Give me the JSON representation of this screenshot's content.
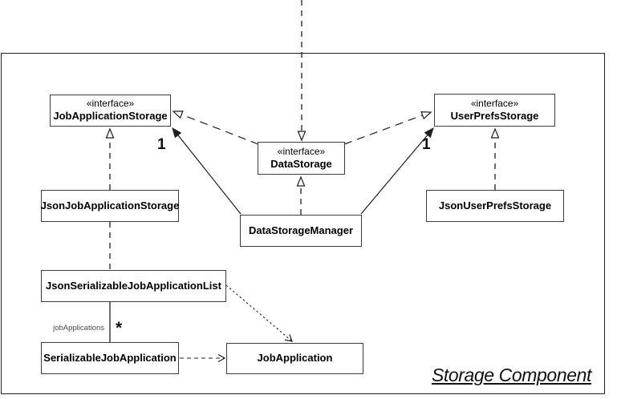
{
  "diagram": {
    "component_title": "Storage Component",
    "nodes": {
      "job_application_storage": {
        "stereotype": "«interface»",
        "name": "JobApplicationStorage"
      },
      "data_storage": {
        "stereotype": "«interface»",
        "name": "DataStorage"
      },
      "user_prefs_storage": {
        "stereotype": "«interface»",
        "name": "UserPrefsStorage"
      },
      "json_job_application_storage": {
        "name": "JsonJobApplicationStorage"
      },
      "data_storage_manager": {
        "name": "DataStorageManager"
      },
      "json_user_prefs_storage": {
        "name": "JsonUserPrefsStorage"
      },
      "json_serializable_job_application_list": {
        "name": "JsonSerializableJobApplicationList"
      },
      "serializable_job_application": {
        "name": "SerializableJobApplication"
      },
      "job_application": {
        "name": "JobApplication"
      }
    },
    "edge_labels": {
      "manager_to_job_application_storage_multiplicity": "1",
      "manager_to_user_prefs_storage_multiplicity": "1",
      "job_applications_role": "jobApplications",
      "job_applications_multiplicity": "*"
    },
    "colors": {
      "background": "#ffffff",
      "line": "#1f1f1f",
      "node_border": "#3d3d3d",
      "node_fill": "#ffffff",
      "text": "#000000"
    }
  }
}
